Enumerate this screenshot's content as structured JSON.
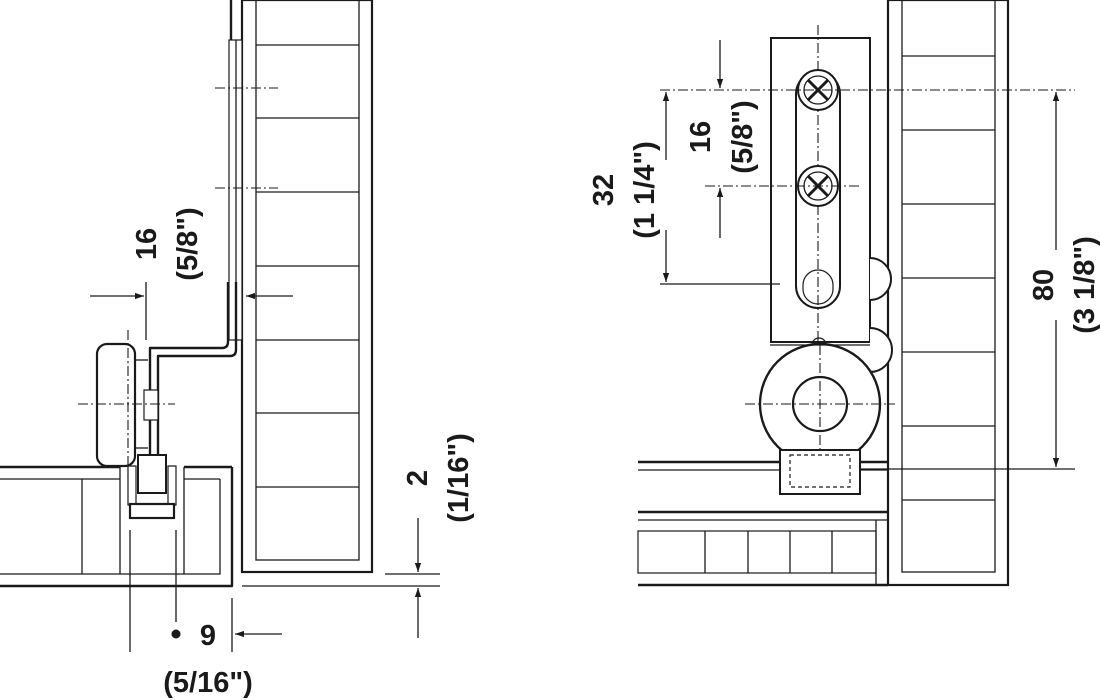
{
  "left_view": {
    "horizontal_offset": {
      "metric": "16",
      "imperial": "(5/8\")"
    },
    "vertical_gap": {
      "metric": "2",
      "imperial": "(1/16\")"
    },
    "bottom_offset": {
      "metric": "9",
      "imperial": "(5/16\")"
    }
  },
  "right_view": {
    "hole_spacing": {
      "metric": "16",
      "imperial": "(5/8\")"
    },
    "slot_length": {
      "metric": "32",
      "imperial": "(1 1/4\")"
    },
    "overall_height": {
      "metric": "80",
      "imperial": "(3 1/8\")"
    }
  }
}
